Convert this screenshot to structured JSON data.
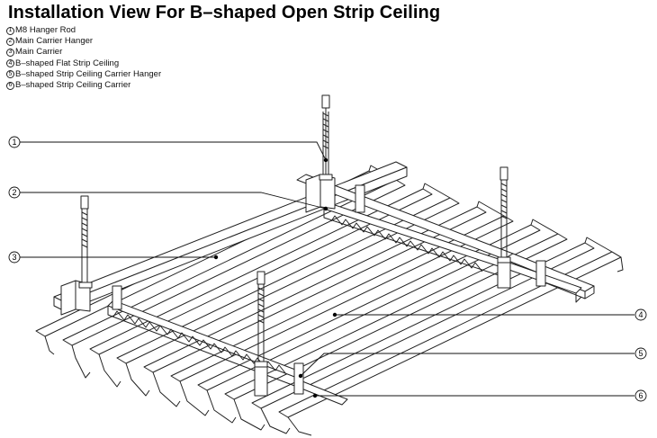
{
  "title": "Installation View For B–shaped Open Strip Ceiling",
  "legend": [
    {
      "num": "1",
      "label": "M8 Hanger Rod"
    },
    {
      "num": "2",
      "label": "Main Carrier Hanger"
    },
    {
      "num": "3",
      "label": "Main Carrier"
    },
    {
      "num": "4",
      "label": "B–shaped Flat Strip Ceiling"
    },
    {
      "num": "5",
      "label": "B–shaped Strip Ceiling Carrier Hanger"
    },
    {
      "num": "6",
      "label": "B–shaped Strip Ceiling Carrier"
    }
  ],
  "callouts": [
    "1",
    "2",
    "3",
    "4",
    "5",
    "6"
  ]
}
